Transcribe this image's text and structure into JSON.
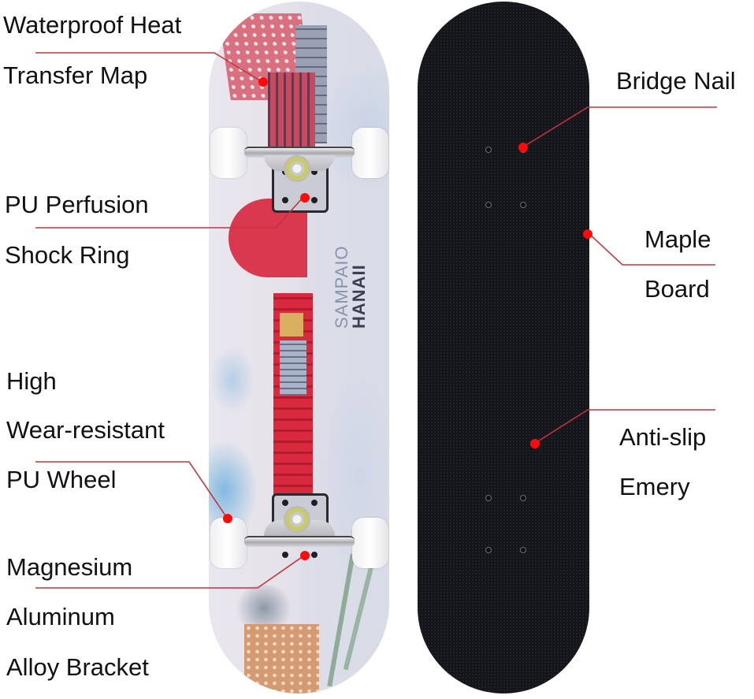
{
  "callouts_left": [
    {
      "id": "heat-transfer-map",
      "lines": [
        "Waterproof Heat",
        "Transfer Map"
      ]
    },
    {
      "id": "shock-ring",
      "lines": [
        "PU Perfusion",
        "Shock Ring"
      ]
    },
    {
      "id": "pu-wheel",
      "lines": [
        "High",
        "Wear-resistant",
        "PU Wheel"
      ]
    },
    {
      "id": "bracket",
      "lines": [
        "Magnesium",
        "Aluminum",
        "Alloy Bracket"
      ]
    }
  ],
  "callouts_right": [
    {
      "id": "bridge-nail",
      "lines": [
        "Bridge Nail"
      ]
    },
    {
      "id": "maple-board",
      "lines": [
        "Maple",
        "Board"
      ]
    },
    {
      "id": "anti-slip",
      "lines": [
        "Anti-slip",
        "Emery"
      ]
    }
  ],
  "deck_graphic": {
    "brand_line1": "SAMPAIO",
    "brand_line2": "HANAII"
  },
  "colors": {
    "callout_line": "#c8323c",
    "callout_dot": "#ff0a0a",
    "grip_tape": "#15161b",
    "text": "#111111"
  }
}
